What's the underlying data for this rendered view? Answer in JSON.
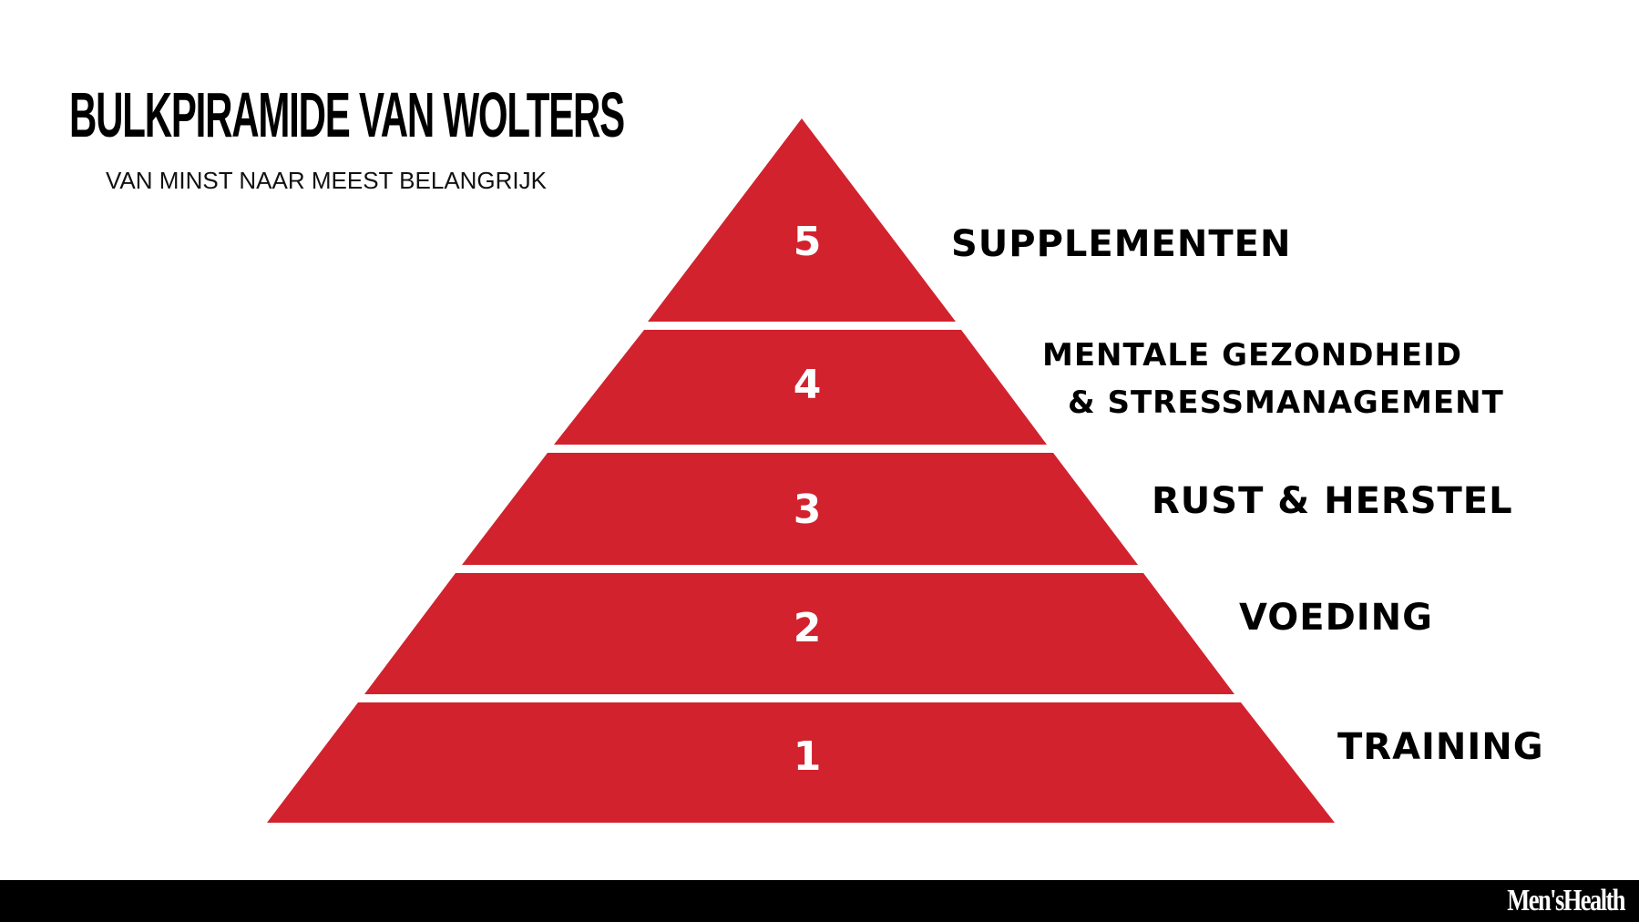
{
  "title": "BULKPIRAMIDE VAN WOLTERS",
  "subtitle": "VAN MINST NAAR MEEST BELANGRIJK",
  "colors": {
    "pyramid_fill": "#d2222e",
    "background": "#ffffff",
    "text": "#000000",
    "footer_bar": "#000000"
  },
  "levels": [
    {
      "number": "5",
      "label": "SUPPLEMENTEN"
    },
    {
      "number": "4",
      "label_line1": "MENTALE GEZONDHEID",
      "label_line2": "& STRESSMANAGEMENT"
    },
    {
      "number": "3",
      "label": "RUST & HERSTEL"
    },
    {
      "number": "2",
      "label": "VOEDING"
    },
    {
      "number": "1",
      "label": "TRAINING"
    }
  ],
  "footer": {
    "brand": "Men'sHealth"
  }
}
